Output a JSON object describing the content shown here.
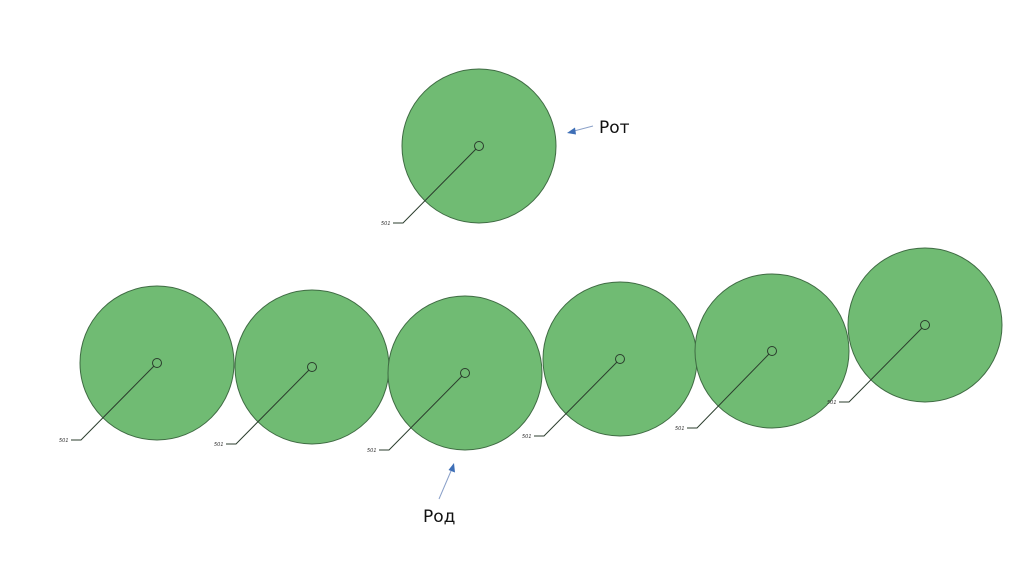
{
  "diagram": {
    "top_label": "Рот",
    "bottom_label": "Род",
    "circle_labels": [
      "501",
      "501",
      "501",
      "501",
      "501",
      "501",
      "501"
    ],
    "colors": {
      "circle_fill": "#70bb73",
      "circle_stroke": "#3f6b43",
      "arrow": "#3e6fb7"
    }
  }
}
